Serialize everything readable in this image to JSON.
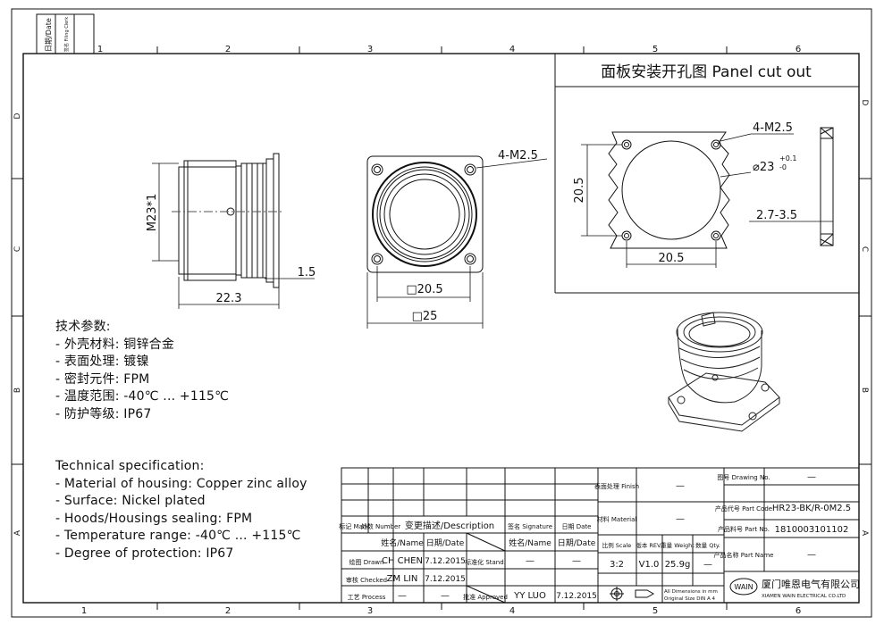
{
  "margin_labels": {
    "date_label": "日期/Date",
    "sign_label": "签名 Filing Clerk",
    "columns": [
      "1",
      "2",
      "3",
      "4",
      "5",
      "6"
    ],
    "rows": [
      "D",
      "C",
      "B",
      "A"
    ]
  },
  "panel_cutout": {
    "title": "面板安装开孔图   Panel cut out",
    "hole_label": "4-M2.5",
    "diameter_label": "⌀23",
    "tolerance_upper": "+0.1",
    "tolerance_lower": "-0",
    "height_label": "20.5",
    "width_label": "20.5",
    "thickness_label": "2.7-3.5"
  },
  "side_view": {
    "thread_label": "M23*1",
    "length_label": "22.3",
    "flange_label": "1.5"
  },
  "front_view": {
    "hole_label": "4-M2.5",
    "inner_label": "□20.5",
    "outer_label": "□25"
  },
  "specs_cn": {
    "title": "技术参数:",
    "items": [
      "- 外壳材料: 铜锌合金",
      "- 表面处理: 镀镍",
      "- 密封元件: FPM",
      "- 温度范围: -40℃ ... +115℃",
      "- 防护等级: IP67"
    ]
  },
  "specs_en": {
    "title": "Technical specification:",
    "items": [
      "- Material of housing: Copper zinc alloy",
      "- Surface: Nickel plated",
      "- Hoods/Housings sealing: FPM",
      "- Temperature range: -40℃ ... +115℃",
      "- Degree of protection: IP67"
    ]
  },
  "revision_table": {
    "mark": "标记 Mark",
    "number": "处数 Number",
    "description": "变更描述/Description",
    "signature": "签名 Signature",
    "date": "日期 Date",
    "name_header": "姓名/Name",
    "date_header": "日期/Date",
    "drawn": "绘图 Drawn",
    "checked": "审核 Checked",
    "process": "工艺 Process",
    "standard": "标准化 Stand.",
    "approved": "批准 Approved",
    "drawn_name": "CH CHEN",
    "drawn_date": "7.12.2015",
    "checked_name": "ZM LIN",
    "checked_date": "7.12.2015",
    "process_name": "—",
    "process_date": "—",
    "stand_name": "—",
    "stand_date": "—",
    "approved_name": "YY LUO",
    "approved_date": "7.12.2015"
  },
  "title_block": {
    "finish_label": "表面处理 Finish",
    "finish_value": "—",
    "material_label": "材料 Material",
    "material_value": "—",
    "scale_label": "比例 Scale",
    "rev_label": "版本 REV.",
    "weight_label": "重量 Weight",
    "qty_label": "数量 Qty.",
    "scale_value": "3:2",
    "rev_value": "V1.0",
    "weight_value": "25.9g",
    "qty_value": "—",
    "dims_note": "All Dimensions in mm",
    "size_note": "Original Size DIN A 4",
    "drawing_no_label": "图号 Drawing No.",
    "drawing_no_value": "—",
    "part_code_label": "产品代号 Part Code",
    "part_code_value": "HR23-BK/R-0M2.5",
    "part_no_label": "产品料号 Part No.",
    "part_no_value": "1810003101102",
    "part_name_label": "产品名称 Part Name",
    "part_name_value": "—",
    "logo_text": "WAIN",
    "company_cn": "厦门唯恩电气有限公司",
    "company_en": "XIAMEN WAIN ELECTRICAL CO.LTD"
  }
}
